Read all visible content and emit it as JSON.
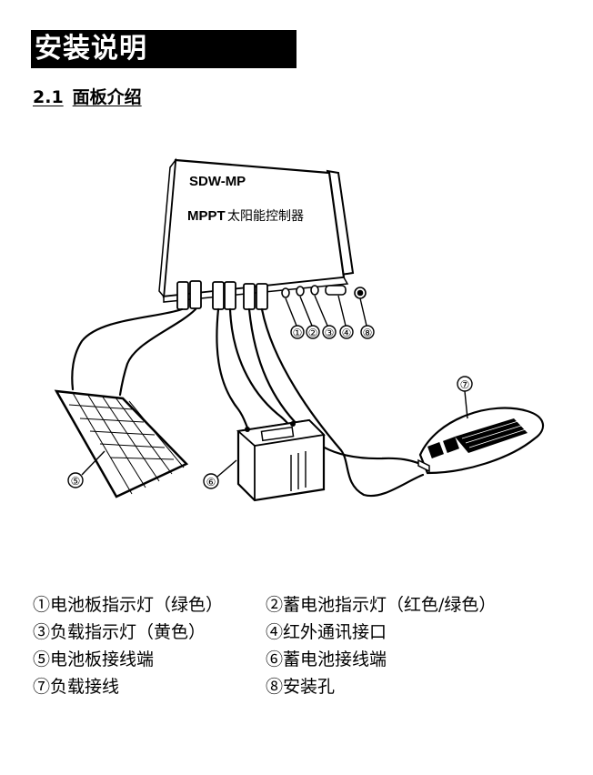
{
  "heading": "安装说明",
  "subheading": {
    "number": "2.1",
    "text": "面板介绍"
  },
  "diagram": {
    "model": "SDW-MP",
    "product_prefix": "MPPT",
    "product_name": "太阳能控制器",
    "callouts": [
      "①",
      "②",
      "③",
      "④",
      "⑧",
      "⑦",
      "⑤",
      "⑥"
    ]
  },
  "legend": [
    {
      "left": "①电池板指示灯（绿色）",
      "right": "②蓄电池指示灯（红色/绿色）"
    },
    {
      "left": "③负载指示灯（黄色）",
      "right": "④红外通讯接口"
    },
    {
      "left": "⑤电池板接线端",
      "right": "⑥蓄电池接线端"
    },
    {
      "left": "⑦负载接线",
      "right": "⑧安装孔"
    }
  ]
}
